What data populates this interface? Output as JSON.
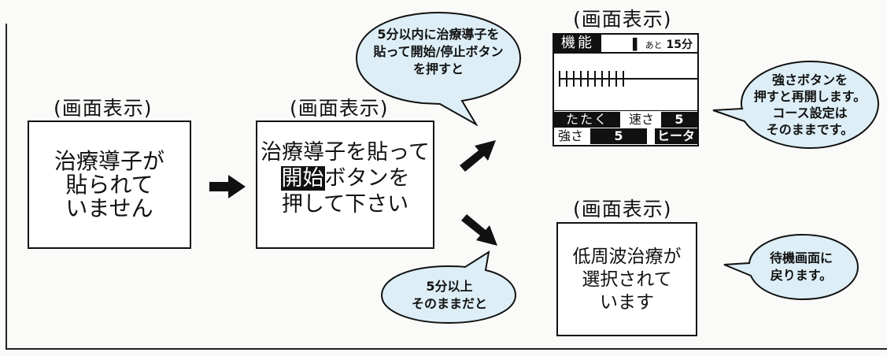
{
  "captions": {
    "screen1": "(画面表示)",
    "screen2": "(画面表示)",
    "screen3": "(画面表示)",
    "screen4": "(画面表示)"
  },
  "screen1": {
    "lines": [
      "治療導子が",
      "貼られて",
      "いません"
    ]
  },
  "screen2": {
    "line1": "治療導子を貼って",
    "line2_highlight": "開始",
    "line2_rest": "ボタンを",
    "line3": "押して下さい"
  },
  "screen4": {
    "lines": [
      "低周波治療が",
      "選択されて",
      "います"
    ]
  },
  "bubble_top": {
    "lines": [
      "5分以内に治療導子を",
      "貼って開始/停止ボタン",
      "を押すと"
    ]
  },
  "bubble_bottom": {
    "lines": [
      "5分以上",
      "そのままだと"
    ]
  },
  "bubble_right_top": {
    "lines": [
      "強さボタンを",
      "押すと再開します。",
      "コース設定は",
      "そのままです。"
    ]
  },
  "bubble_right_bottom": {
    "lines": [
      "待機画面に",
      "戻ります。"
    ]
  },
  "lcd": {
    "mode": "機能",
    "remaining_prefix": "あと",
    "remaining_value": "15分",
    "intensity_bars": 10,
    "row1": {
      "technique": "たたく",
      "speed_label": "速さ",
      "speed_value": "5"
    },
    "row2": {
      "strength_label": "強さ",
      "strength_value": "5",
      "heater_label": "ヒータ"
    }
  }
}
